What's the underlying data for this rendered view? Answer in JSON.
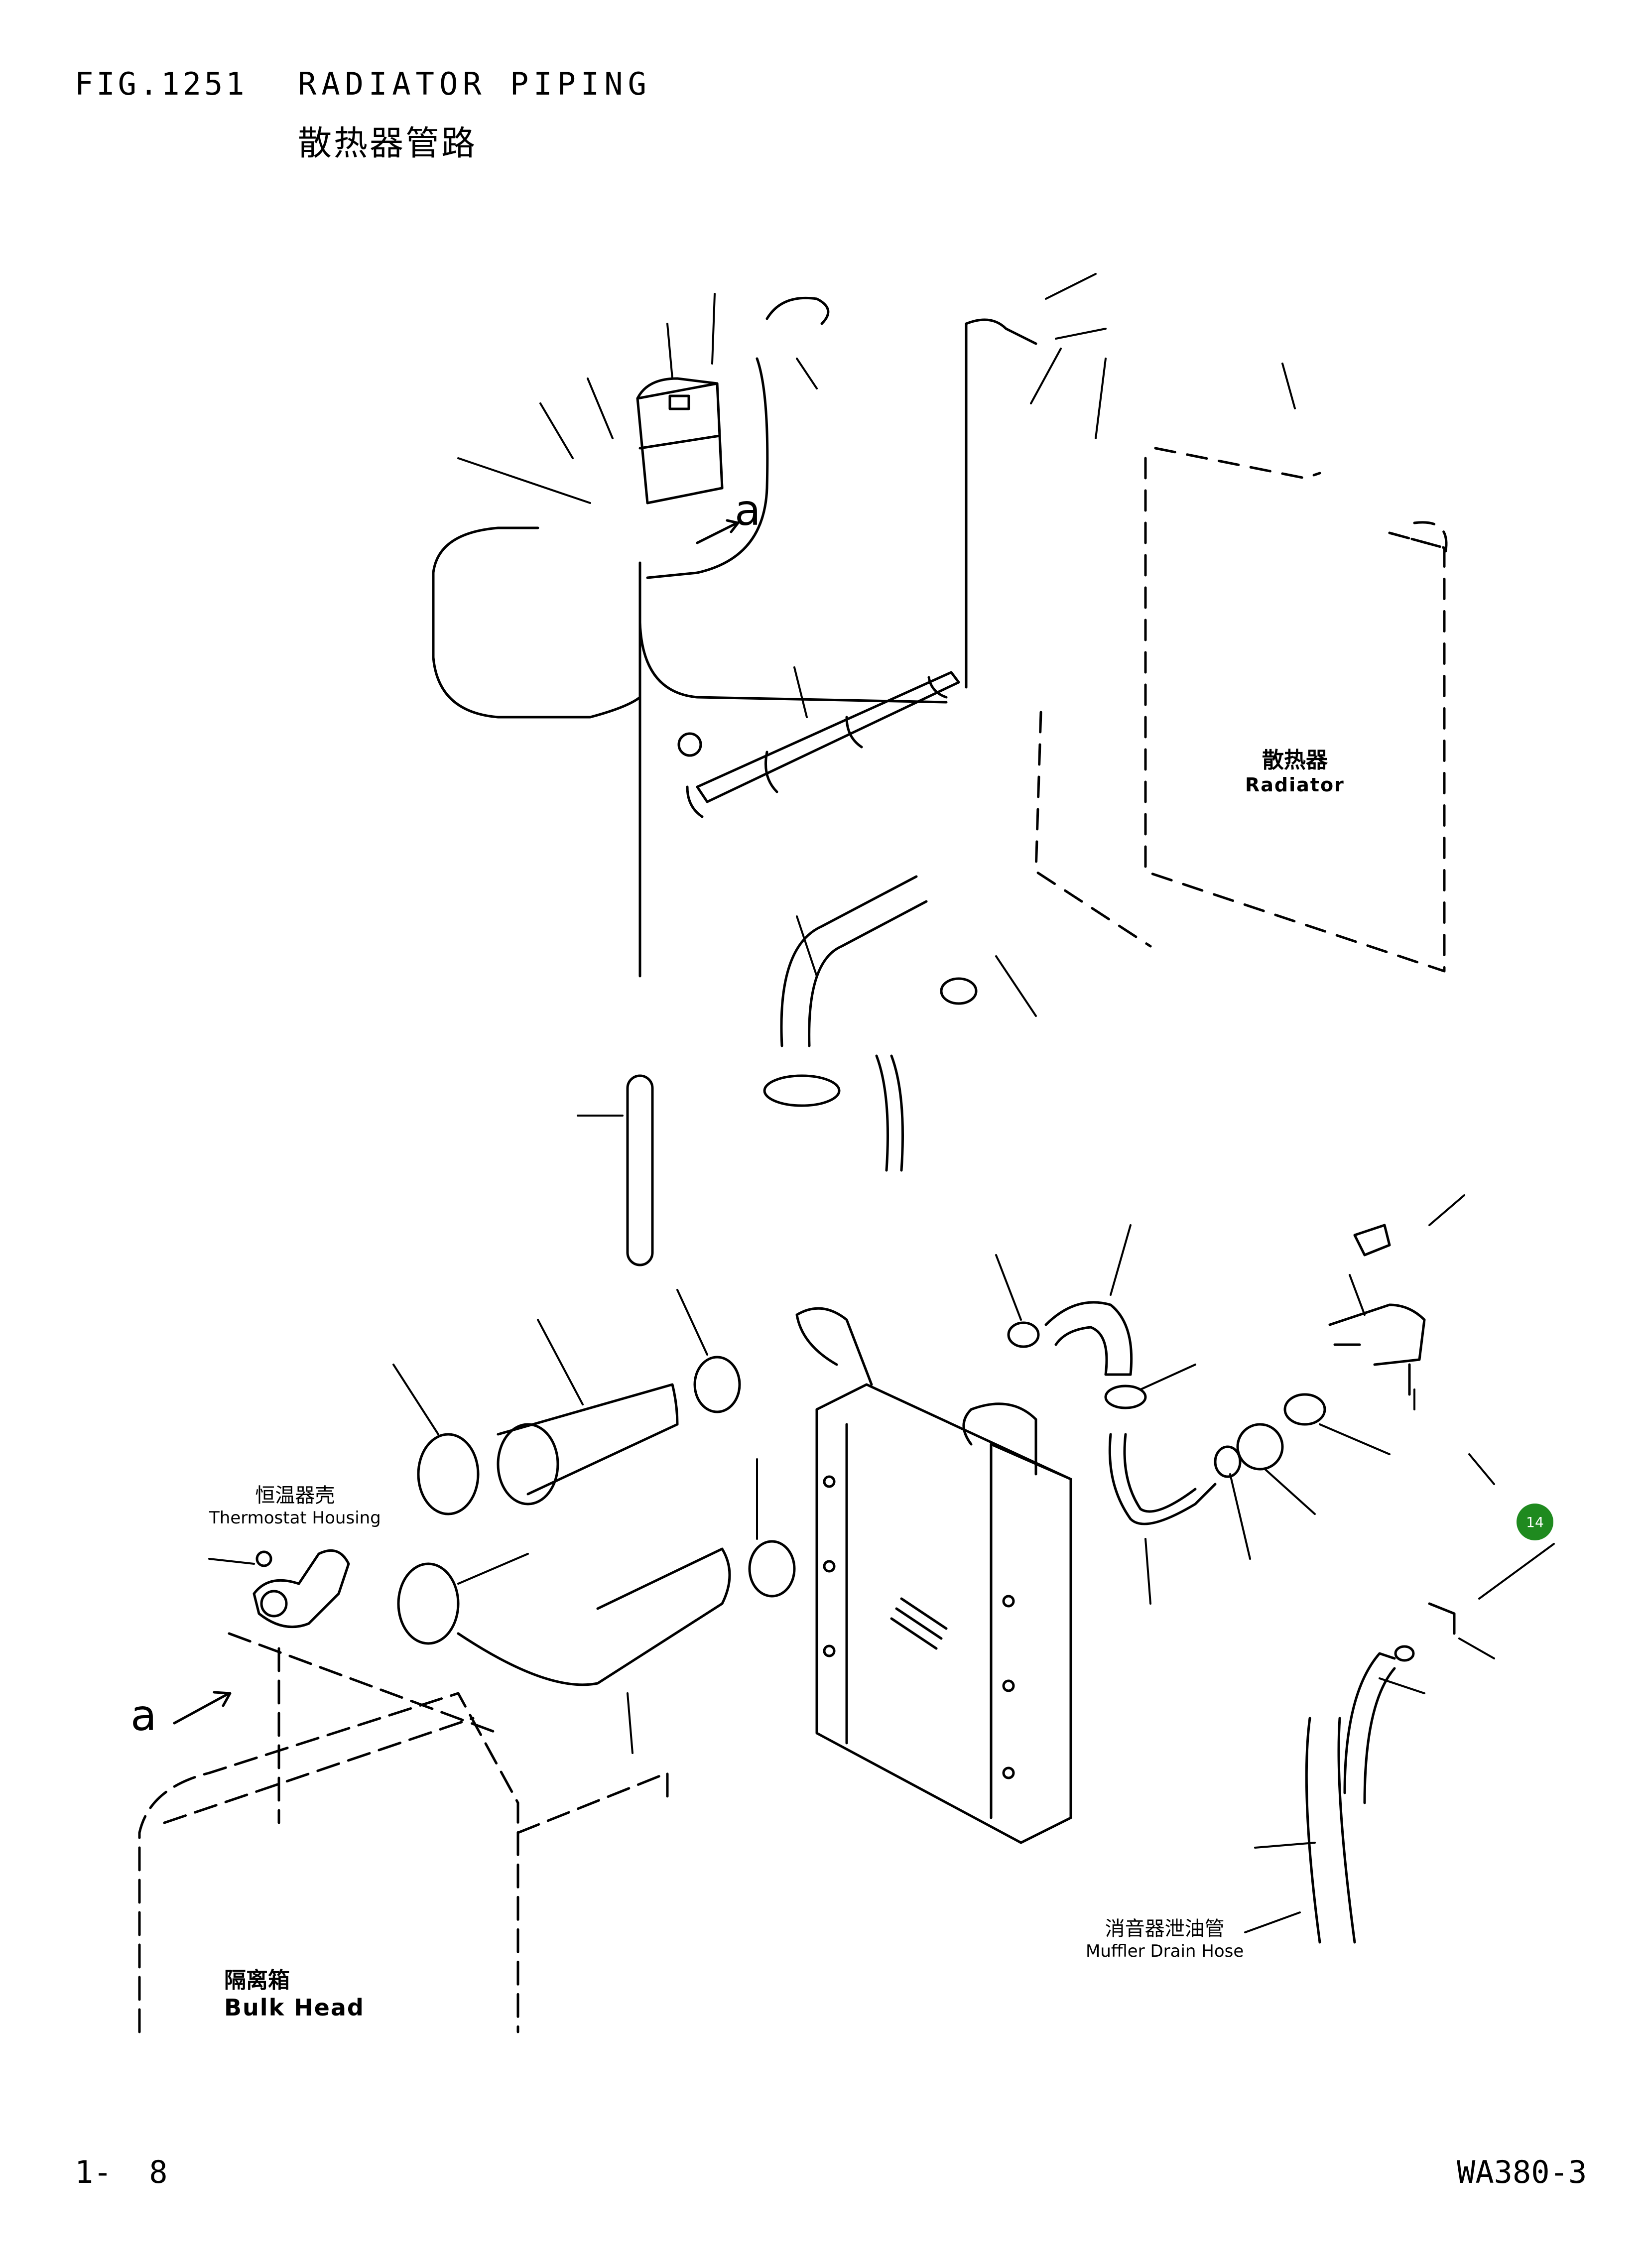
{
  "header": {
    "fig_number": "FIG.1251",
    "title": "RADIATOR PIPING",
    "title_cn": "散热器管路"
  },
  "labels": {
    "radiator": {
      "cn": "散热器",
      "en": "Radiator"
    },
    "thermostat_housing": {
      "cn": "恒温器壳",
      "en": "Thermostat Housing"
    },
    "muffler_drain_hose": {
      "cn": "消音器泄油管",
      "en": "Muffler Drain Hose"
    },
    "bulk_head": {
      "cn": "隔离箱",
      "en": "Bulk Head"
    },
    "view_ref_upper": "a",
    "view_ref_lower": "a"
  },
  "callout": {
    "number": "14",
    "color": "#1f8a1f"
  },
  "footer": {
    "page": "1-  8",
    "model": "WA380-3"
  }
}
